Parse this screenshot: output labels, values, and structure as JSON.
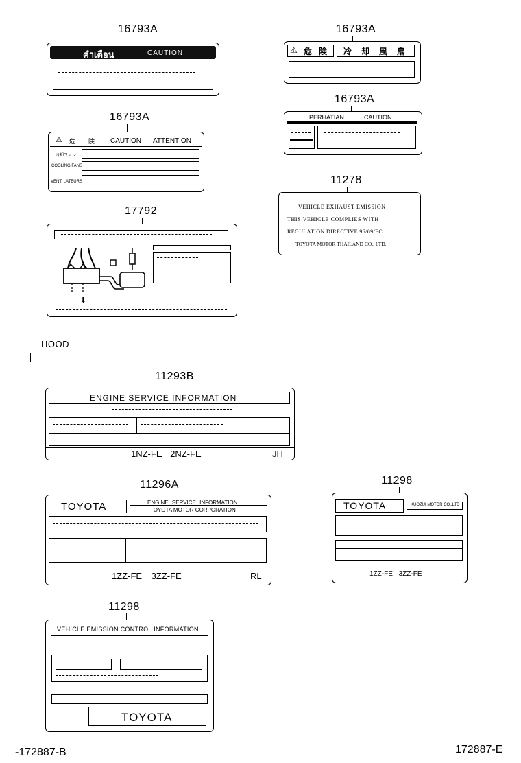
{
  "labels": {
    "l1": {
      "part_no": "16793A",
      "header_left": "คำเตือน",
      "header_right": "CAUTION"
    },
    "l2": {
      "part_no": "16793A",
      "items": [
        "⚠",
        "危",
        "険",
        "冷",
        "却",
        "風",
        "扇"
      ]
    },
    "l3": {
      "part_no": "16793A",
      "header_words": [
        "⚠",
        "危",
        "険",
        "CAUTION",
        "ATTENTION"
      ],
      "rows": [
        "冷却ファン",
        "COOLING FANS",
        "VENT. LATEURS"
      ]
    },
    "l4": {
      "part_no": "16793A",
      "header_left": "PERHATIAN",
      "header_right": "CAUTION"
    },
    "l5": {
      "part_no": "17792"
    },
    "l6": {
      "part_no": "11278",
      "lines": [
        "VEHICLE EXHAUST EMISSION",
        "THIS VEHICLE COMPLIES WITH",
        "REGULATION DIRECTIVE 96/69/EC.",
        "TOYOTA MOTOR THAILAND CO., LTD."
      ]
    },
    "l7": {
      "part_no": "11293B",
      "title": "ENGINE SERVICE INFORMATION",
      "engines": "1NZ-FE 2NZ-FE",
      "code": "JH"
    },
    "l8": {
      "part_no": "11296A",
      "brand": "TOYOTA",
      "line1": "ENGINE SERVICE INFORMATION",
      "line2": "TOYOTA MOTOR CORPORATION",
      "engines": "1ZZ-FE 3ZZ-FE",
      "code": "RL"
    },
    "l9": {
      "part_no": "11298",
      "brand": "TOYOTA",
      "maker": "KUOZUI MOTOR CO.,LTD",
      "engines": "1ZZ-FE 3ZZ-FE"
    },
    "l10": {
      "part_no": "11298",
      "title": "VEHICLE EMISSION CONTROL INFORMATION",
      "brand": "TOYOTA"
    }
  },
  "hood": {
    "label": "HOOD"
  },
  "footer": {
    "left_id": "-172887-B",
    "right_id": "172887-E"
  }
}
